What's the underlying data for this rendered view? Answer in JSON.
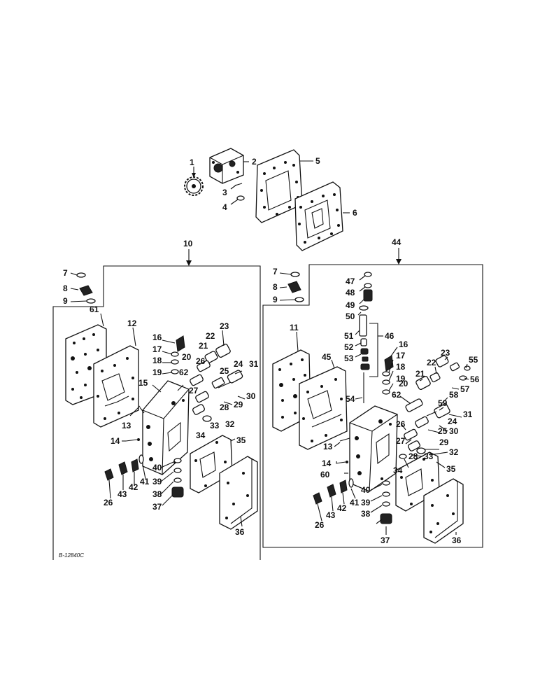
{
  "figure_ref": "B-12840C",
  "group_labels": {
    "left_assembly": "10",
    "right_assembly": "44"
  },
  "top_labels": [
    "1",
    "2",
    "3",
    "4",
    "5",
    "6"
  ],
  "left_labels": [
    "7",
    "8",
    "9",
    "61",
    "12",
    "16",
    "17",
    "18",
    "19",
    "15",
    "20",
    "62",
    "21",
    "22",
    "23",
    "26",
    "24",
    "31",
    "25",
    "27",
    "28",
    "29",
    "30",
    "13",
    "33",
    "32",
    "14",
    "34",
    "35",
    "40",
    "41",
    "39",
    "42",
    "43",
    "38",
    "26",
    "37",
    "36"
  ],
  "right_labels": [
    "7",
    "8",
    "9",
    "47",
    "48",
    "49",
    "50",
    "51",
    "52",
    "53",
    "46",
    "11",
    "45",
    "16",
    "17",
    "18",
    "19",
    "20",
    "62",
    "21",
    "22",
    "23",
    "55",
    "56",
    "57",
    "58",
    "59",
    "24",
    "31",
    "54",
    "26",
    "25",
    "30",
    "13",
    "27",
    "29",
    "32",
    "33",
    "14",
    "28",
    "34",
    "35",
    "60",
    "40",
    "41",
    "39",
    "42",
    "43",
    "38",
    "26",
    "37",
    "36"
  ]
}
